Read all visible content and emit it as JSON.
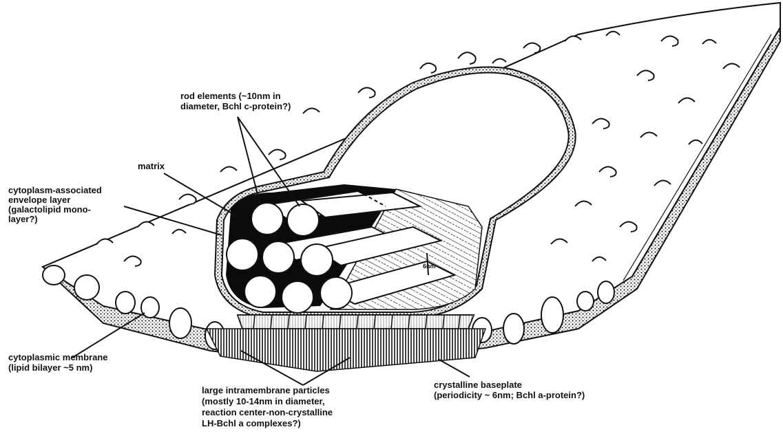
{
  "labels": {
    "rod_elements": [
      "rod elements (~10nm in",
      "diameter, Bchl c-protein?)"
    ],
    "matrix": [
      "matrix"
    ],
    "envelope": [
      "cytoplasm-associated",
      "envelope layer",
      "(galactolipid mono-",
      "layer?)"
    ],
    "membrane": [
      "cytoplasmic membrane",
      "(lipid bilayer ~5 nm)"
    ],
    "particles": [
      "large intramembrane particles",
      "(mostly 10-14nm in diameter,",
      "reaction center-non-crystalline",
      "LH-Bchl a complexes?)"
    ],
    "baseplate": [
      "crystalline baseplate",
      "(periodicity ~ 6nm; Bchl a-protein?)"
    ],
    "spacing": "6nm"
  }
}
